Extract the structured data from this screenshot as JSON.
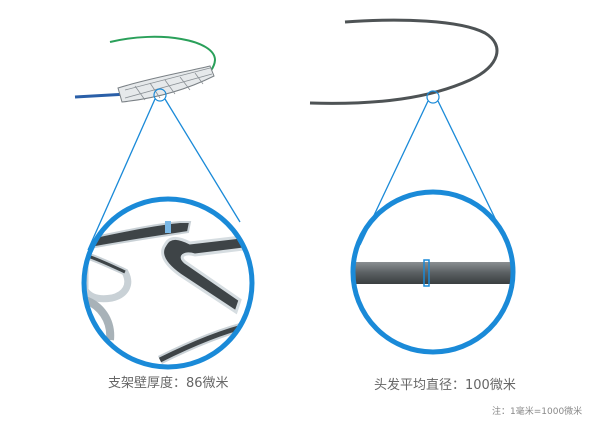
{
  "captions": {
    "stent": "支架壁厚度：86微米",
    "hair": "头发平均直径：100微米",
    "note": "注：1毫米=1000微米"
  },
  "colors": {
    "accent": "#1a8ad8",
    "strut_dark": "#3e4447",
    "strut_light": "#c9d1d6",
    "wire_green": "#2aa05a",
    "hair": "#555a5c",
    "text": "#666666"
  }
}
